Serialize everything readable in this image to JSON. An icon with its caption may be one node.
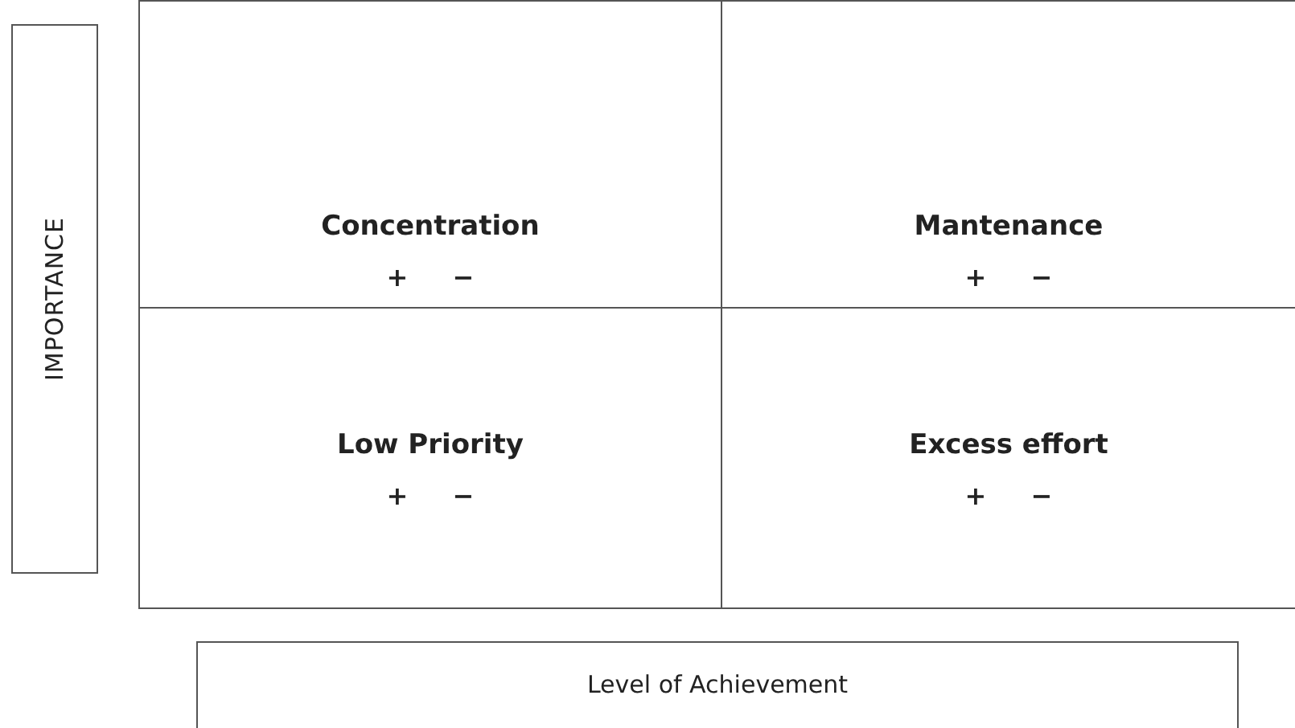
{
  "diagram": {
    "nodes": [
      {
        "text": [
          "Concentration",
          "+ −"
        ]
      },
      {
        "text": [
          "Mantenance",
          "+ −"
        ]
      },
      {
        "text": [
          "Low Priority",
          "+ −"
        ]
      },
      {
        "text": [
          "Excess effort",
          "+ −"
        ]
      },
      {
        "text": [
          "IMPORTANCE"
        ]
      },
      {
        "text": [
          "Level of Achievement"
        ]
      }
    ]
  }
}
